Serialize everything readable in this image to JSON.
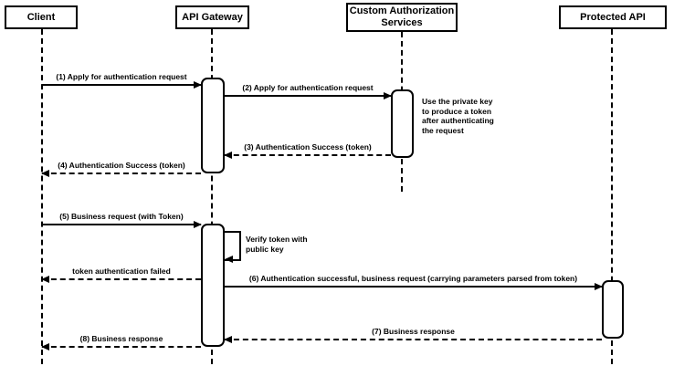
{
  "diagram": {
    "type": "uml-sequence",
    "colors": {
      "line": "#000000",
      "fill": "#ffffff",
      "text": "#000000",
      "background": "#ffffff"
    },
    "actors": [
      {
        "label": "Client"
      },
      {
        "label": "API Gateway"
      },
      {
        "label": "Custom Authorization Services"
      },
      {
        "label": "Protected API"
      }
    ],
    "messages": [
      {
        "label": "(1) Apply for authentication request",
        "from": "Client",
        "to": "API Gateway",
        "line": "solid"
      },
      {
        "label": "(2) Apply for authentication request",
        "from": "API Gateway",
        "to": "Custom Authorization Services",
        "line": "solid"
      },
      {
        "label": "(3) Authentication Success (token)",
        "from": "Custom Authorization Services",
        "to": "API Gateway",
        "line": "dashed"
      },
      {
        "label": "(4) Authentication Success (token)",
        "from": "API Gateway",
        "to": "Client",
        "line": "dashed"
      },
      {
        "label": "(5) Business request (with Token)",
        "from": "Client",
        "to": "API Gateway",
        "line": "solid"
      },
      {
        "label": "token authentication failed",
        "from": "API Gateway",
        "to": "Client",
        "line": "dashed"
      },
      {
        "label": "(6) Authentication successful, business request (carrying parameters parsed from token)",
        "from": "API Gateway",
        "to": "Protected API",
        "line": "solid"
      },
      {
        "label": "(7) Business response",
        "from": "Protected API",
        "to": "API Gateway",
        "line": "dashed"
      },
      {
        "label": "(8) Business response",
        "from": "API Gateway",
        "to": "Client",
        "line": "dashed"
      }
    ],
    "self_message": {
      "label": "Verify token with public key",
      "actor": "API Gateway"
    },
    "note": {
      "text": "Use the private key to produce a token after authenticating the request",
      "attached_to": "Custom Authorization Services"
    }
  }
}
